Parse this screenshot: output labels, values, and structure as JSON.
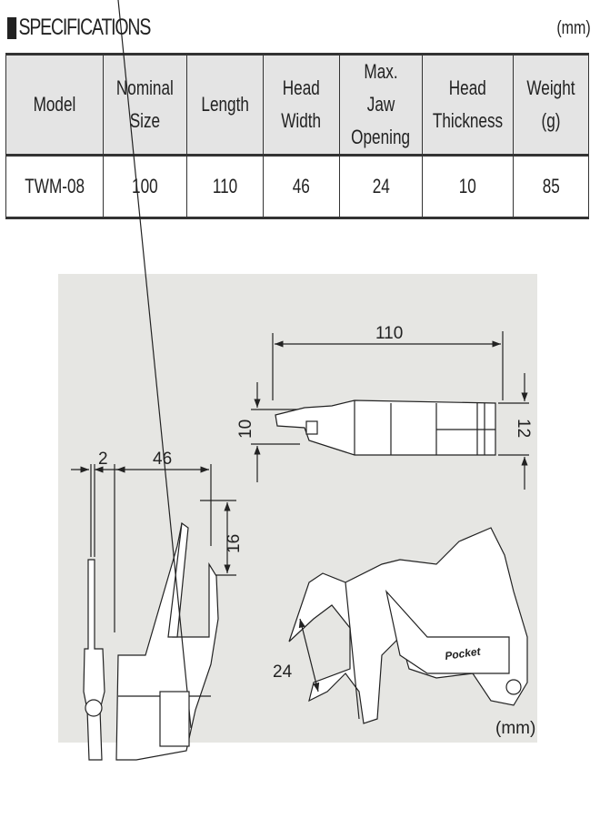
{
  "header": {
    "title": "SPECIFICATIONS",
    "unit": "(mm)"
  },
  "table": {
    "columns": [
      [
        "Model"
      ],
      [
        "Nominal",
        "Size"
      ],
      [
        "Length"
      ],
      [
        "Head",
        "Width"
      ],
      [
        "Max. Jaw",
        "Opening"
      ],
      [
        "Head",
        "Thickness"
      ],
      [
        "Weight (g)"
      ]
    ],
    "rows": [
      [
        "TWM-08",
        "100",
        "110",
        "46",
        "24",
        "10",
        "85"
      ]
    ]
  },
  "drawing": {
    "dims": {
      "length": "110",
      "head_thickness": "10",
      "handle_thickness": "12",
      "tip": "2",
      "head_width": "46",
      "jaw_depth": "16",
      "jaw_opening": "24"
    },
    "brand": "Pocket",
    "unit": "(mm)",
    "background": "#e6e6e3"
  }
}
